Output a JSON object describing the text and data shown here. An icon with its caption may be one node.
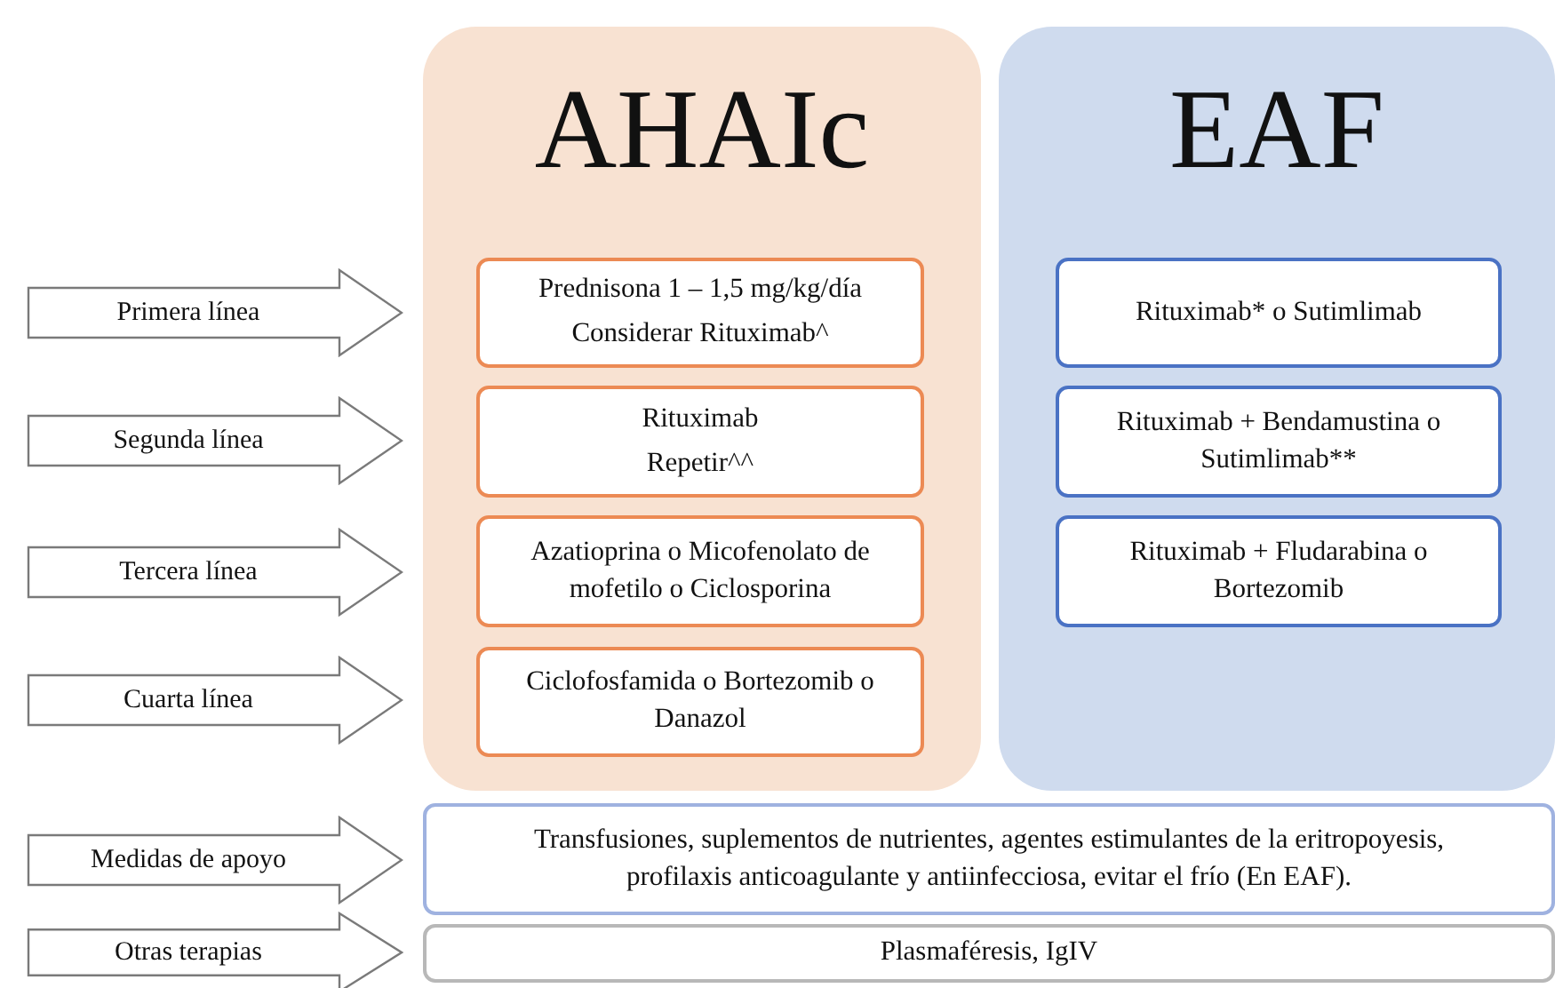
{
  "diagram": {
    "nodes": [
      {
        "text": [
          "AHAIc"
        ]
      },
      {
        "text": [
          "Prednisona 1 – 1,5 mg/kg/día",
          "Considerar Rituximab^"
        ],
        "in": 0
      },
      {
        "text": [
          "Rituximab",
          "Repetir^^"
        ],
        "in": 0
      },
      {
        "text": [
          "Azatioprina o Micofenolato de mofetilo o Ciclosporina"
        ],
        "in": 0
      },
      {
        "text": [
          "Ciclofosfamida o Bortezomib o Danazol"
        ],
        "in": 0
      },
      {
        "text": [
          "EAF"
        ]
      },
      {
        "text": [
          "Rituximab* o Sutimlimab"
        ],
        "in": 5
      },
      {
        "text": [
          "Rituximab + Bendamustina o Sutimlimab**"
        ],
        "in": 5
      },
      {
        "text": [
          "Rituximab + Fludarabina o Bortezomib"
        ],
        "in": 5
      },
      {
        "text": [
          "Primera línea"
        ]
      },
      {
        "text": [
          "Segunda línea"
        ]
      },
      {
        "text": [
          "Tercera línea"
        ]
      },
      {
        "text": [
          "Cuarta línea"
        ]
      },
      {
        "text": [
          "Medidas de apoyo"
        ]
      },
      {
        "text": [
          "Transfusiones, suplementos de nutrientes, agentes estimulantes de la eritropoyesis, profilaxis anticoagulante y antiinfecciosa, evitar el frío (En EAF)."
        ]
      },
      {
        "text": [
          "Otras terapias"
        ]
      },
      {
        "text": [
          "Plasmaféresis, IgIV"
        ]
      }
    ]
  }
}
